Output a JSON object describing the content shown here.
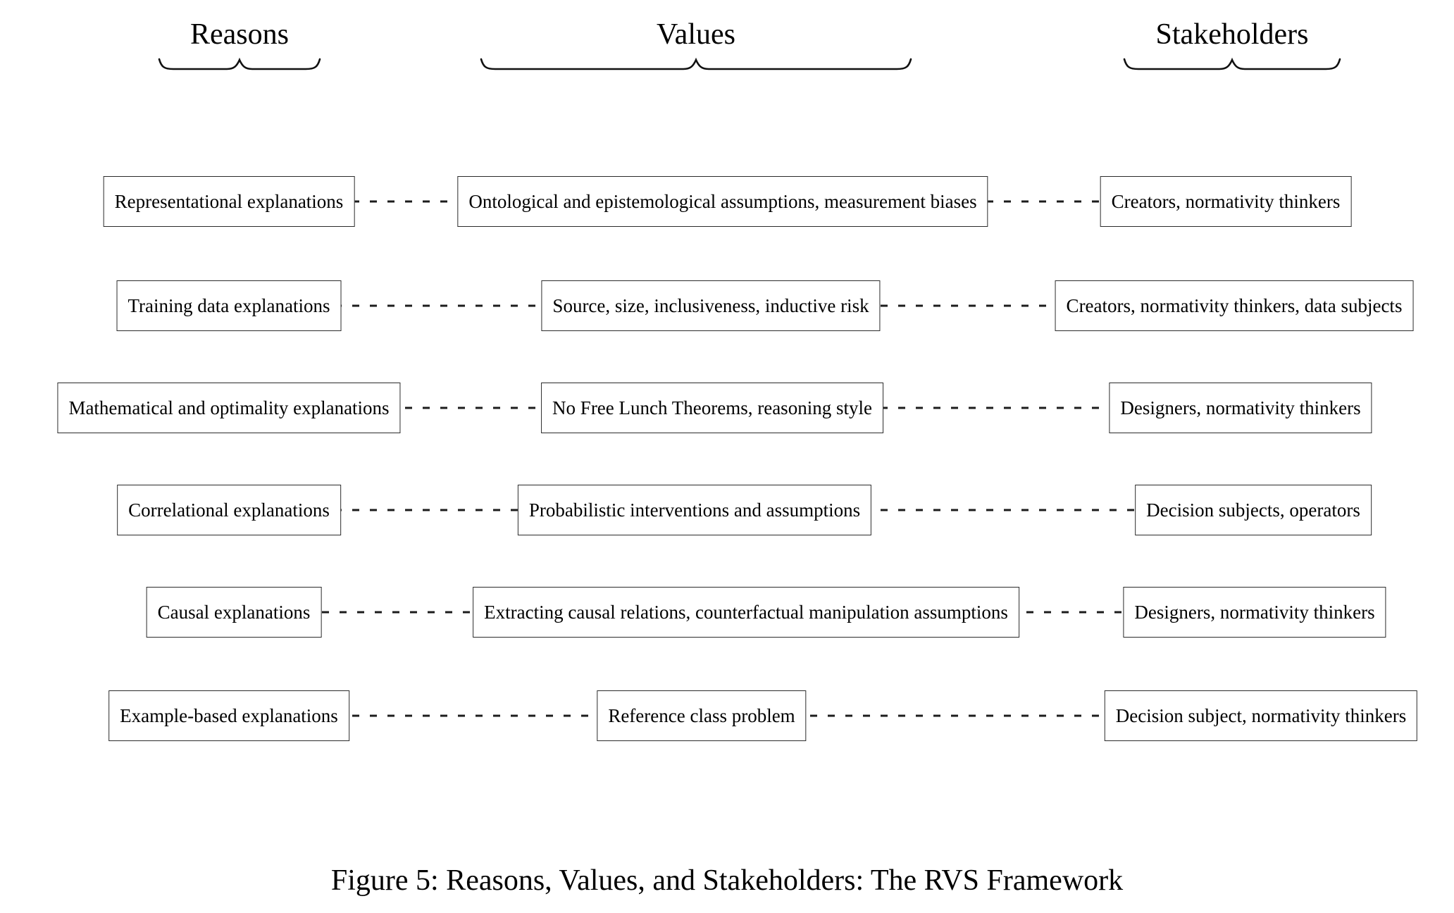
{
  "figure": {
    "columns": [
      {
        "label": "Reasons"
      },
      {
        "label": "Values"
      },
      {
        "label": "Stakeholders"
      }
    ],
    "rows": [
      {
        "reason": "Representational explanations",
        "value": "Ontological and epistemological assumptions, measurement biases",
        "stakeholders": "Creators, normativity thinkers"
      },
      {
        "reason": "Training data explanations",
        "value": "Source, size, inclusiveness, inductive risk",
        "stakeholders": "Creators, normativity thinkers, data subjects"
      },
      {
        "reason": "Mathematical and optimality explanations",
        "value": "No Free Lunch Theorems, reasoning style",
        "stakeholders": "Designers, normativity thinkers"
      },
      {
        "reason": "Correlational explanations",
        "value": "Probabilistic interventions and assumptions",
        "stakeholders": "Decision subjects, operators"
      },
      {
        "reason": "Causal explanations",
        "value": "Extracting causal relations, counterfactual manipulation assumptions",
        "stakeholders": "Designers, normativity thinkers"
      },
      {
        "reason": "Example-based explanations",
        "value": "Reference class problem",
        "stakeholders": "Decision subject, normativity thinkers"
      }
    ],
    "caption": "Figure 5: Reasons, Values, and Stakeholders: The RVS Framework",
    "colors": {
      "text": "#000000",
      "box_border": "#2b2b2b",
      "connector": "#1c1c1c",
      "background": "#ffffff"
    }
  }
}
